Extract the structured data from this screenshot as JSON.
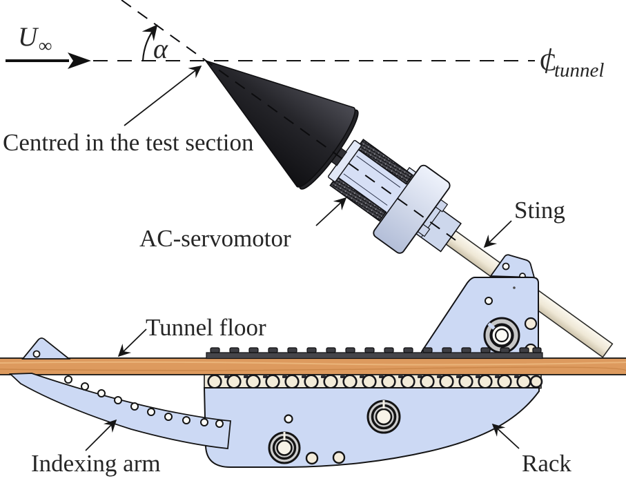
{
  "diagram": {
    "type": "wind-tunnel-sting-mount-schematic",
    "labels": {
      "freestream_symbol": "U",
      "freestream_subscript": "∞",
      "angle_of_attack": "α",
      "centerline_symbol": "C",
      "centerline_subscript": "tunnel",
      "centred_note": "Centred in the test section",
      "servomotor": "AC-servomotor",
      "sting": "Sting",
      "tunnel_floor": "Tunnel floor",
      "indexing_arm": "Indexing arm",
      "rack": "Rack"
    },
    "colors": {
      "plate_blue": "#ccd9f4",
      "motor_blue": "#d6dff5",
      "flange_blue_gray": "#cdd7ec",
      "sting_cream": "#f3edde",
      "floor_orange": "#dd9a5e",
      "cone_dark": "#2b2b2f",
      "rail_dark": "#45454a",
      "strip_cream": "#f1ebdb",
      "line_black": "#141414",
      "text_color": "#262626",
      "background": "#ffffff"
    }
  }
}
